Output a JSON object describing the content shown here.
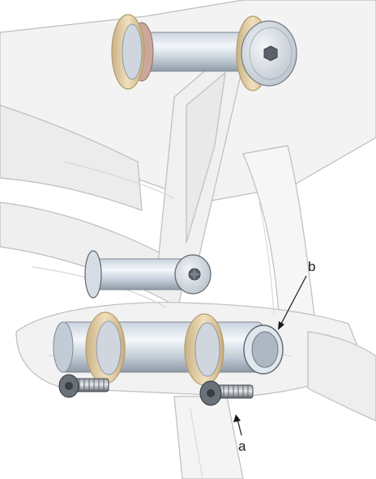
{
  "diagram": {
    "callouts": [
      {
        "id": "a",
        "text": "a"
      },
      {
        "id": "b",
        "text": "b"
      }
    ],
    "colors": {
      "frame_fill": "#f3f3f3",
      "frame_line": "#bdbdbd",
      "frame_shade": "#e4e4e4",
      "axle_light": "#eef3f8",
      "axle_mid": "#c9d3de",
      "axle_dark": "#8f9aa6",
      "bearing_tan": "#e9d5ae",
      "bearing_edge": "#b49a6a",
      "seal_rose": "#cda79c",
      "bolt_dark": "#4a4e53",
      "bolt_mid": "#8a9098",
      "ink": "#1a1a1a"
    },
    "icons": [
      "hex-socket-icon",
      "torx-socket-icon"
    ]
  }
}
